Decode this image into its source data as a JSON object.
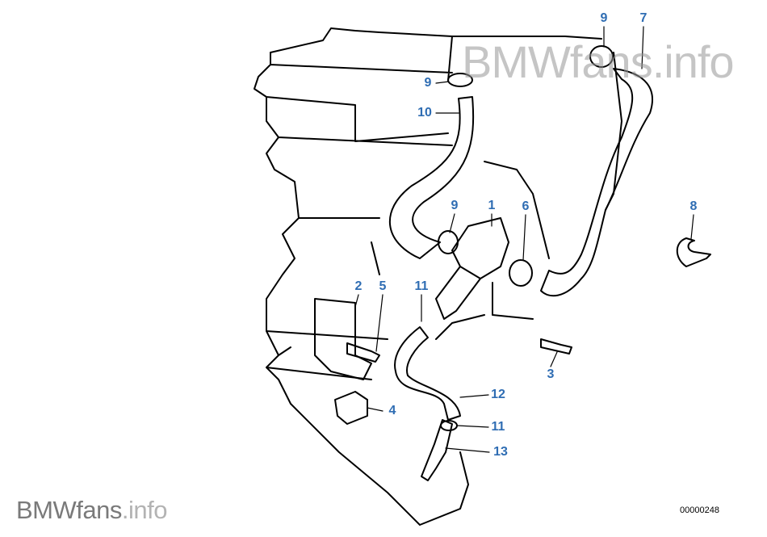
{
  "watermark_top": "BMWfans.info",
  "logo": {
    "brand": "BMWfans",
    "suffix": ".info"
  },
  "diagram_number": "00000248",
  "callouts": [
    {
      "label": "9"
    },
    {
      "label": "7"
    },
    {
      "label": "9"
    },
    {
      "label": "10"
    },
    {
      "label": "9"
    },
    {
      "label": "1"
    },
    {
      "label": "6"
    },
    {
      "label": "8"
    },
    {
      "label": "2"
    },
    {
      "label": "5"
    },
    {
      "label": "11"
    },
    {
      "label": "3"
    },
    {
      "label": "12"
    },
    {
      "label": "4"
    },
    {
      "label": "11"
    },
    {
      "label": "13"
    }
  ],
  "colors": {
    "callout": "#2f6db3",
    "line": "#000000"
  }
}
